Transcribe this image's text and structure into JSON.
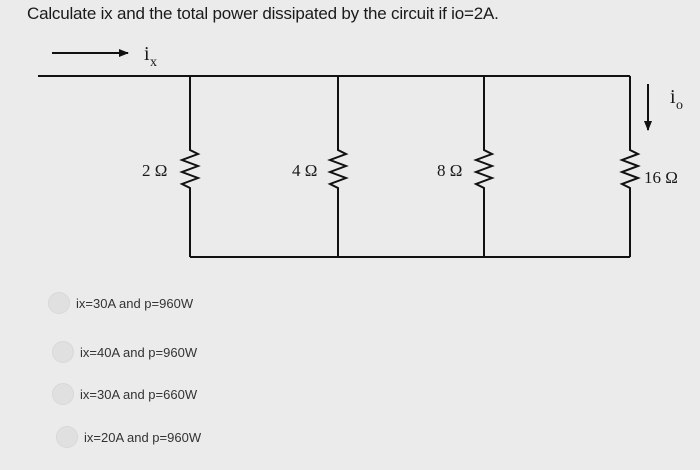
{
  "question": "Calculate ix and the total power dissipated by the circuit if io=2A.",
  "circuit": {
    "current_in_label_main": "i",
    "current_in_label_sub": "x",
    "current_branch_label_main": "i",
    "current_branch_label_sub": "o",
    "resistors": [
      {
        "label": "2 Ω"
      },
      {
        "label": "4 Ω"
      },
      {
        "label": "8 Ω"
      },
      {
        "label": "16 Ω"
      }
    ]
  },
  "options": [
    {
      "label": "ix=30A and p=960W"
    },
    {
      "label": "ix=40A and p=960W"
    },
    {
      "label": "ix=30A and p=660W"
    },
    {
      "label": "ix=20A and p=960W"
    }
  ]
}
